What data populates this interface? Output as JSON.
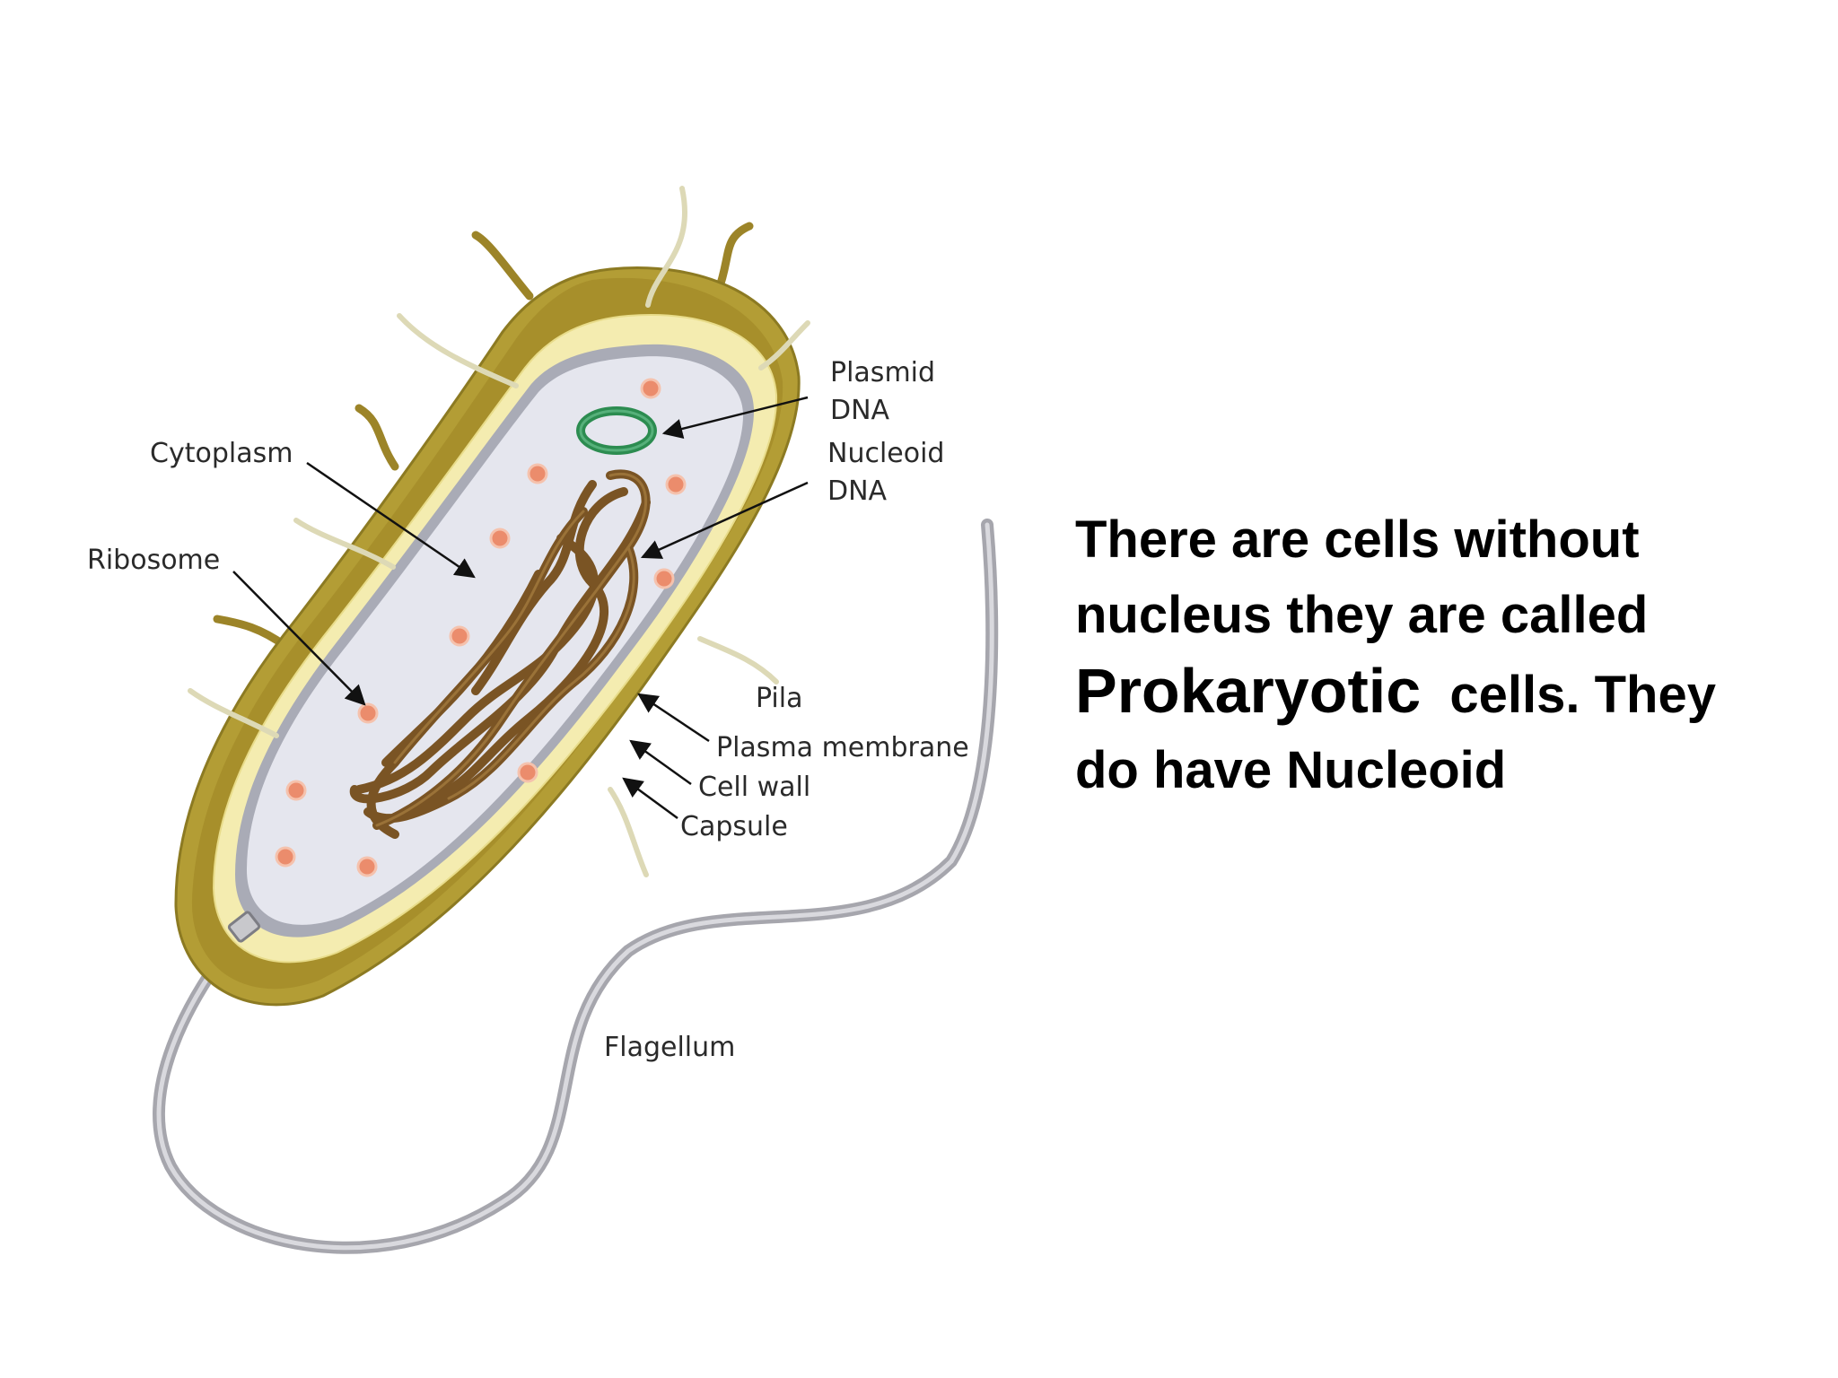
{
  "labels": {
    "plasmid_dna": [
      "Plasmid",
      "DNA"
    ],
    "nucleoid_dna": [
      "Nucleoid",
      "DNA"
    ],
    "cytoplasm": "Cytoplasm",
    "ribosome": "Ribosome",
    "pila": "Pila",
    "plasma_membrane": "Plasma membrane",
    "cell_wall": "Cell wall",
    "capsule": "Capsule",
    "flagellum": "Flagellum"
  },
  "text": {
    "line1": "There are cells without",
    "line2": "nucleus they are called",
    "line3_big": "Prokaryotic",
    "line3_rest": "  cells. They",
    "line4": "do have Nucleoid"
  },
  "colors": {
    "capsule": "#b39d35",
    "cell_wall": "#f4ecb0",
    "membrane": "#a9abb6",
    "cytoplasm": "#e5e6ee",
    "nucleoid": "#7a5424",
    "plasmid": "#2c8c50",
    "ribosome": "#eb8c6c",
    "flagellum": "#a6a6ad",
    "pili": "#ddd9b6"
  }
}
